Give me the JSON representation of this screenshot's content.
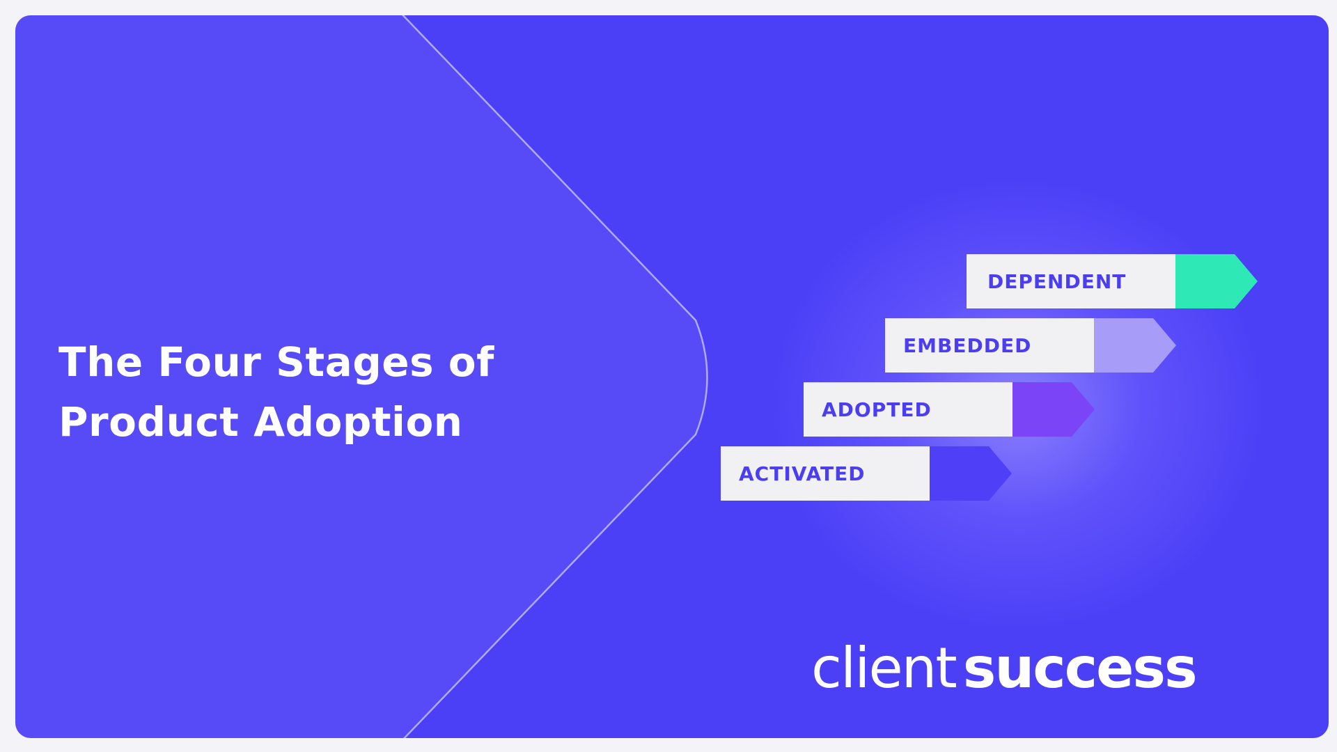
{
  "title": {
    "line1": "The Four Stages of",
    "line2": "Product Adoption"
  },
  "stages": [
    {
      "label": "DEPENDENT",
      "color": "#2ee8b6"
    },
    {
      "label": "EMBEDDED",
      "color": "#a79df8"
    },
    {
      "label": "ADOPTED",
      "color": "#7b45f7"
    },
    {
      "label": "ACTIVATED",
      "color": "#4f3ff6"
    }
  ],
  "logo": {
    "part1": "client",
    "part2": "success"
  },
  "colors": {
    "background": "#4c40f7",
    "label_bg": "#f1f1f4",
    "label_text": "#4b3ef0"
  }
}
